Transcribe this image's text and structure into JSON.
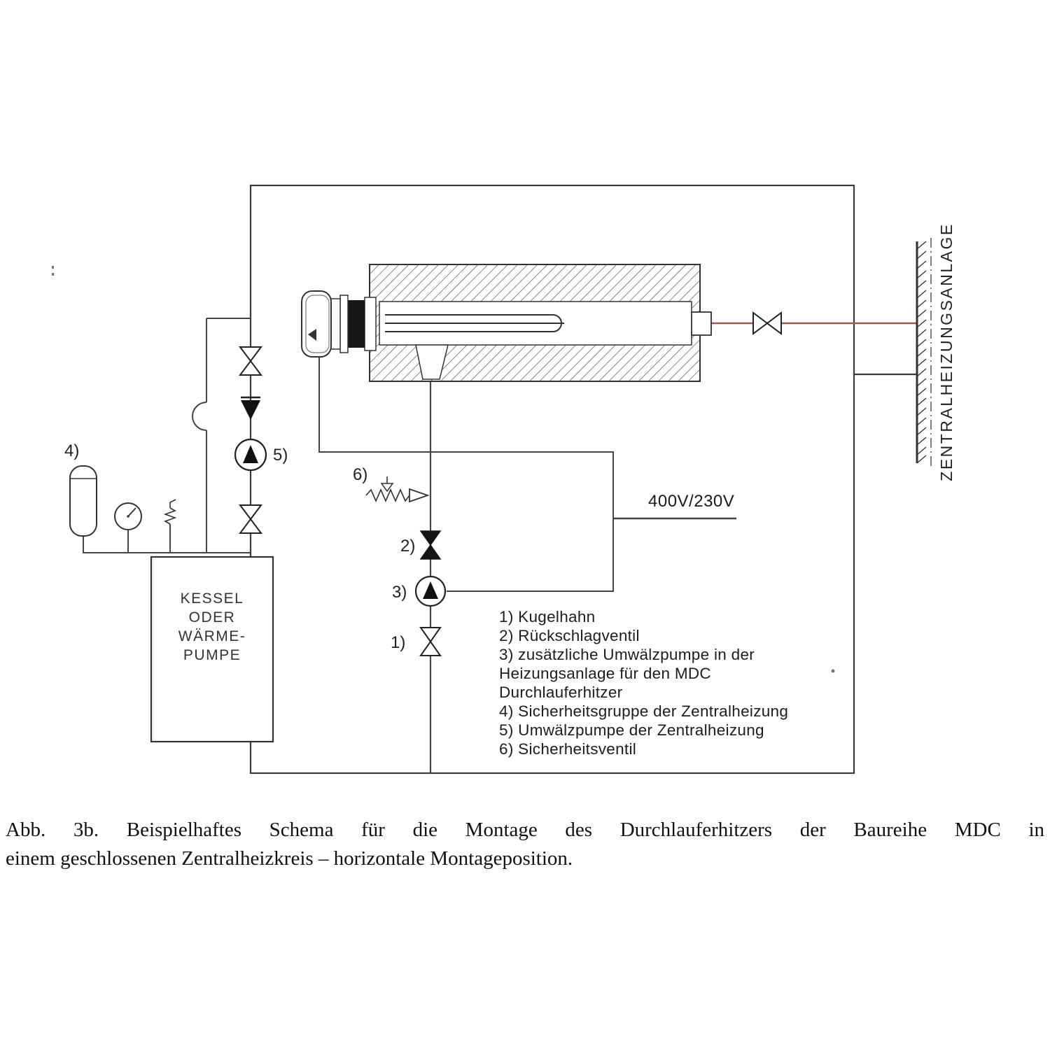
{
  "colors": {
    "line": "#3a3a3a",
    "pipe_red": "#9b5a50",
    "symbol_fill_dark": "#141414",
    "background": "#ffffff"
  },
  "diagram": {
    "voltage_label": "400V/230V",
    "central_heating_label": "ZENTRALHEIZUNGSANLAGE",
    "boiler": {
      "line1": "KESSEL",
      "line2": "ODER",
      "line3": "WÄRME-",
      "line4": "PUMPE"
    },
    "callouts": {
      "c1": "1)",
      "c2": "2)",
      "c3": "3)",
      "c4": "4)",
      "c5": "5)",
      "c6": "6)"
    }
  },
  "legend": {
    "lines": [
      "1) Kugelhahn",
      "2) Rückschlagventil",
      "3) zusätzliche Umwälzpumpe in der",
      "Heizungsanlage für den MDC",
      "Durchlauferhitzer",
      "4) Sicherheitsgruppe der Zentralheizung",
      "5) Umwälzpumpe der Zentralheizung",
      "6) Sicherheitsventil"
    ]
  },
  "caption": {
    "line1": "Abb. 3b. Beispielhaftes Schema für die Montage des Durchlauferhitzers der Baureihe MDC in",
    "line2": "einem geschlossenen Zentralheizkreis – horizontale Montageposition."
  }
}
